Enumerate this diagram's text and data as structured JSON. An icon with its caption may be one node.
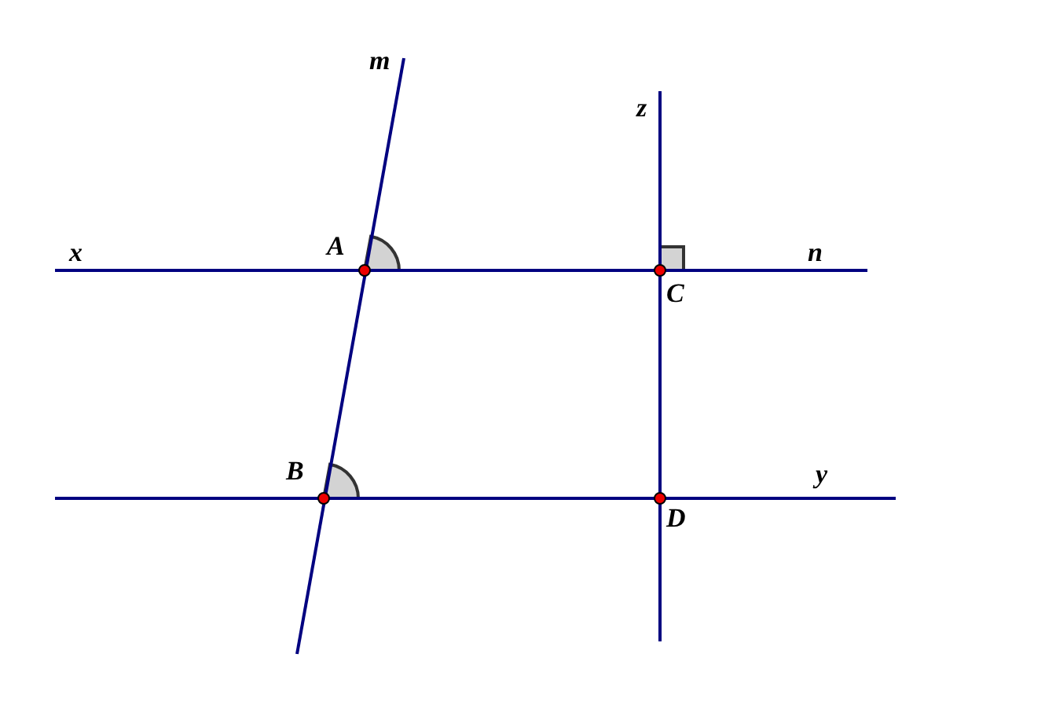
{
  "diagram": {
    "labels": [
      "m",
      "z",
      "x",
      "A",
      "n",
      "C",
      "B",
      "y",
      "D"
    ]
  }
}
